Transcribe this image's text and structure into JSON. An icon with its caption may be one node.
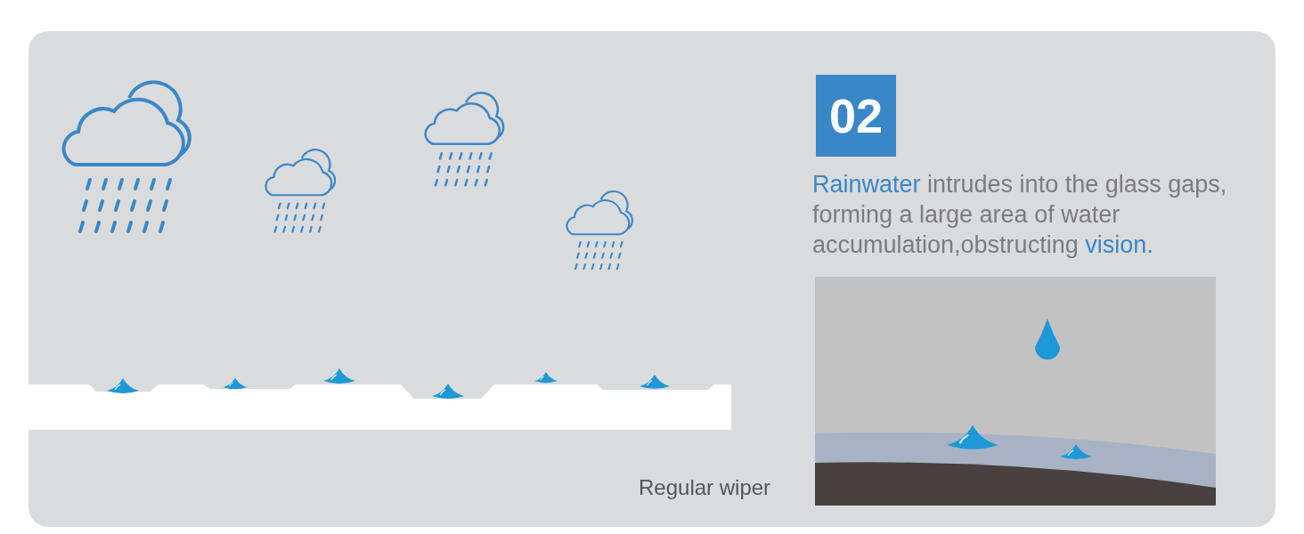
{
  "diagram": {
    "labels": [
      "02",
      "**Rainwater** intrudes into the glass gaps, forming a large area of water accumulation,obstructing **vision.**",
      "Regular wiper"
    ]
  }
}
